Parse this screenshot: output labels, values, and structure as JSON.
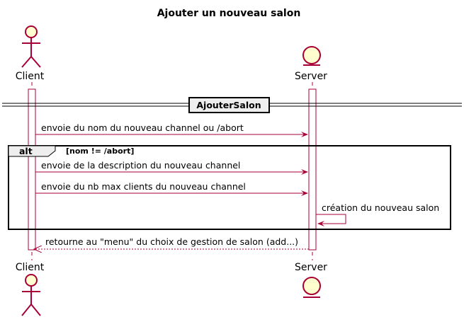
{
  "title": "Ajouter un nouveau salon",
  "participants": {
    "client": {
      "name": "Client",
      "kind": "actor"
    },
    "server": {
      "name": "Server",
      "kind": "entity"
    }
  },
  "divider": {
    "label": "AjouterSalon"
  },
  "messages": [
    {
      "text": "envoie du nom du nouveau channel ou /abort",
      "from": "Client",
      "to": "Server",
      "style": "solid"
    },
    {
      "text": "envoie de la description du nouveau channel",
      "from": "Client",
      "to": "Server",
      "style": "solid"
    },
    {
      "text": "envoie du nb max clients du nouveau channel",
      "from": "Client",
      "to": "Server",
      "style": "solid"
    },
    {
      "text": "création du nouveau salon",
      "from": "Server",
      "to": "Server",
      "style": "solid"
    },
    {
      "text": "retourne au \"menu\" du choix de gestion de salon (add...)",
      "from": "Server",
      "to": "Client",
      "style": "dashed"
    }
  ],
  "alt_fragment": {
    "keyword": "alt",
    "guard": "[nom != /abort]"
  },
  "colors": {
    "line": "#A80036",
    "actor_fill": "#FEFECE",
    "lifeline": "#A80036",
    "fragment_border": "#000000",
    "divider_fill": "#EEEEEE"
  }
}
